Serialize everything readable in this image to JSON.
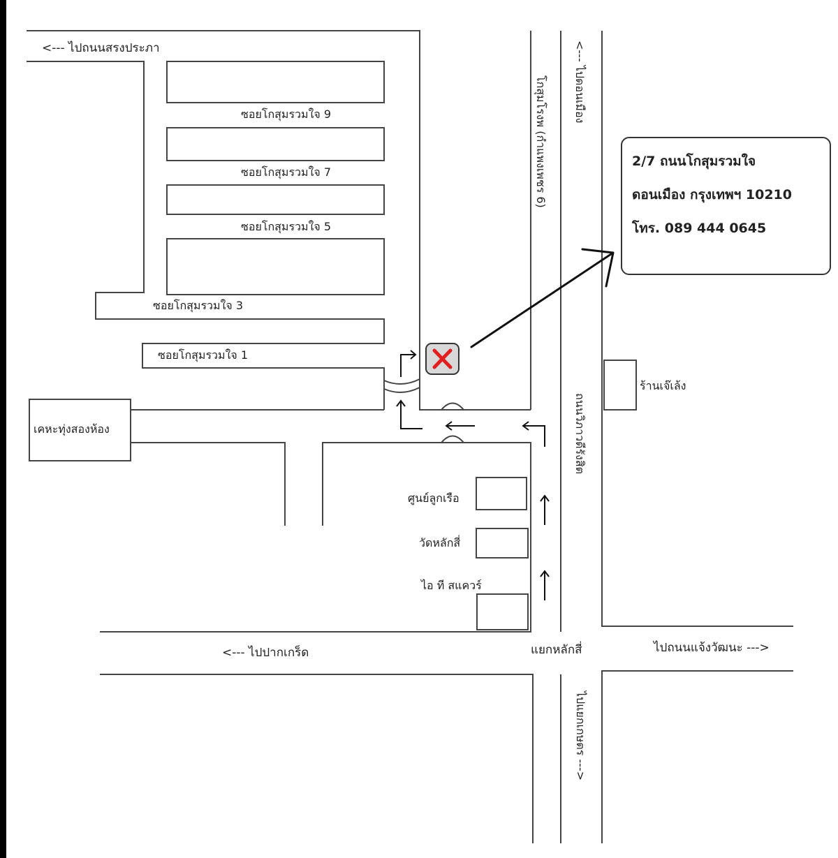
{
  "colors": {
    "marker": "#e02020",
    "marker_bg": "#d8d8d8",
    "line": "#444444"
  },
  "streets": {
    "top_left": "<--- ไปถนนสรงประภา",
    "soi9": "ซอยโกสุมรวมใจ 9",
    "soi7": "ซอยโกสุมรวมใจ 7",
    "soi5": "ซอยโกสุมรวมใจ 5",
    "soi3": "ซอยโกสุมรวมใจ 3",
    "soi1": "ซอยโกสุมรวมใจ 1",
    "kosumrot": "โกสุมโรงพ (กำแพงเพชร 6)",
    "to_donmueang": "<--- ไปดอนเมือง",
    "vibhavadi": "ถนนวิภาวดีรังสิต",
    "to_pakkret": "<--- ไปปากเกร็ด",
    "laksi_junction": "แยกหลักสี่",
    "to_chaengwattana": "ไปถนนแจ้งวัฒนะ --->",
    "to_kaset": "ไปแยกเกษตร --->"
  },
  "places": {
    "school": "เคหะทุ่งสองห้อง",
    "shop": "ร้านเจ๊เล้ง",
    "center": "ศูนย์ลูกเรือ",
    "temple": "วัดหลักสี่",
    "it_square": "ไอ ที สแควร์"
  },
  "marker": {
    "icon": "x-mark-icon"
  },
  "address": {
    "line1": "2/7 ถนนโกสุมรวมใจ",
    "line2": "ดอนเมือง กรุงเทพฯ 10210",
    "line3": "โทร. 089 444 0645"
  }
}
